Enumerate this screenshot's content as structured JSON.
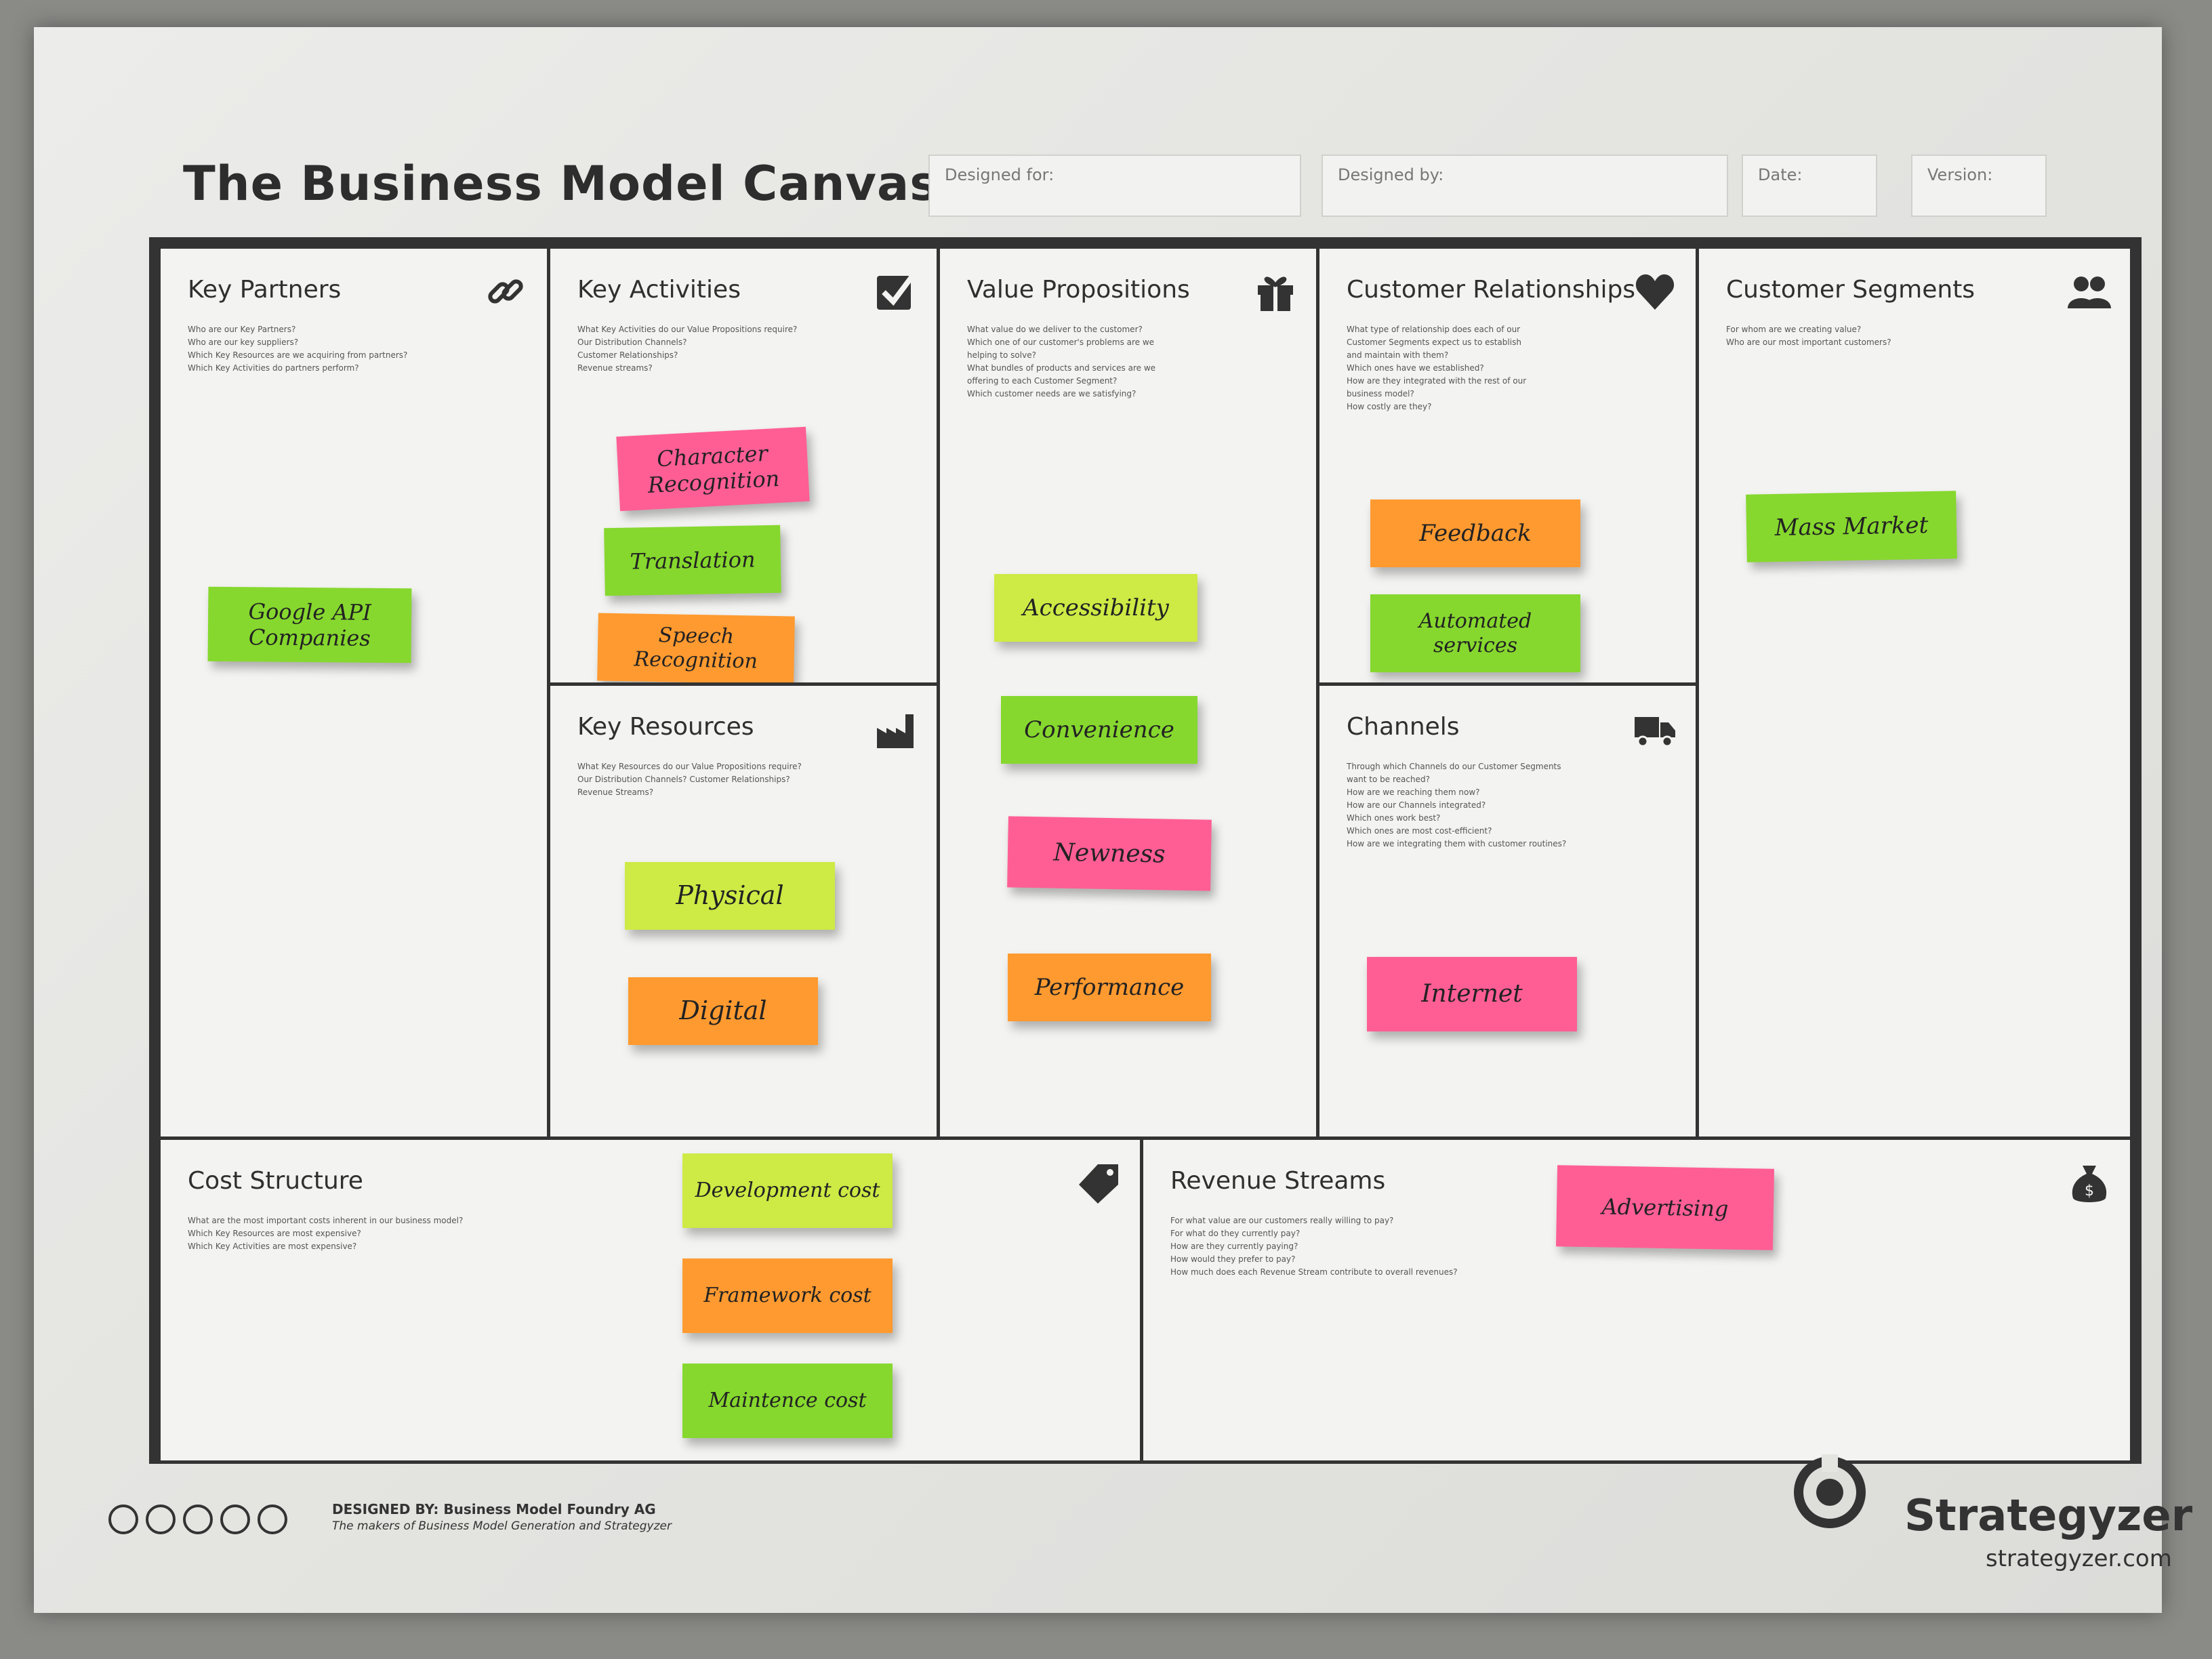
{
  "title": "The Business Model Canvas",
  "header_fields": {
    "designed_for": "Designed for:",
    "designed_by": "Designed by:",
    "date": "Date:",
    "version": "Version:"
  },
  "blocks": {
    "key_partners": {
      "heading": "Key Partners",
      "icon": "link-icon",
      "questions": [
        "Who are our Key Partners?",
        "Who are our key suppliers?",
        "Which Key Resources are we acquiring from partners?",
        "Which Key Activities do partners perform?"
      ],
      "notes": [
        "Google API Companies"
      ]
    },
    "key_activities": {
      "heading": "Key Activities",
      "icon": "checkbox-icon",
      "questions": [
        "What Key Activities do our Value Propositions require?",
        "Our Distribution Channels?",
        "Customer Relationships?",
        "Revenue streams?"
      ],
      "notes": [
        "Character Recognition",
        "Translation",
        "Speech Recognition"
      ]
    },
    "key_resources": {
      "heading": "Key Resources",
      "icon": "factory-icon",
      "questions": [
        "What Key Resources do our Value Propositions require?",
        "Our Distribution Channels? Customer Relationships?",
        "Revenue Streams?"
      ],
      "notes": [
        "Physical",
        "Digital"
      ]
    },
    "value_propositions": {
      "heading": "Value Propositions",
      "icon": "gift-icon",
      "questions": [
        "What value do we deliver to the customer?",
        "Which one of our customer's problems are we",
        "helping to solve?",
        "What bundles of products and services are we",
        "offering to each Customer Segment?",
        "Which customer needs are we satisfying?"
      ],
      "notes": [
        "Accessibility",
        "Convenience",
        "Newness",
        "Performance"
      ]
    },
    "customer_relationships": {
      "heading": "Customer Relationships",
      "icon": "heart-icon",
      "questions": [
        "What type of relationship does each of our",
        "Customer Segments expect us to establish",
        "and maintain with them?",
        "Which ones have we established?",
        "How are they integrated with the rest of our",
        "business model?",
        "How costly are they?"
      ],
      "notes": [
        "Feedback",
        "Automated services"
      ]
    },
    "channels": {
      "heading": "Channels",
      "icon": "truck-icon",
      "questions": [
        "Through which Channels do our Customer Segments",
        "want to be reached?",
        "How are we reaching them now?",
        "How are our Channels integrated?",
        "Which ones work best?",
        "Which ones are most cost-efficient?",
        "How are we integrating them with customer routines?"
      ],
      "notes": [
        "Internet"
      ]
    },
    "customer_segments": {
      "heading": "Customer Segments",
      "icon": "people-icon",
      "questions": [
        "For whom are we creating value?",
        "Who are our most important customers?"
      ],
      "notes": [
        "Mass Market"
      ]
    },
    "cost_structure": {
      "heading": "Cost Structure",
      "icon": "tag-icon",
      "questions": [
        "What are the most important costs inherent in our business model?",
        "Which Key Resources are most expensive?",
        "Which Key Activities are most expensive?"
      ],
      "notes": [
        "Development cost",
        "Framework cost",
        "Maintence cost"
      ]
    },
    "revenue_streams": {
      "heading": "Revenue Streams",
      "icon": "money-bag-icon",
      "questions": [
        "For what value are our customers really willing to pay?",
        "For what do they currently pay?",
        "How are they currently paying?",
        "How would they prefer to pay?",
        "How much does each Revenue Stream contribute to overall revenues?"
      ],
      "notes": [
        "Advertising"
      ]
    }
  },
  "footer": {
    "designed_by": "DESIGNED BY: Business Model Foundry AG",
    "makers": "The makers of Business Model Generation and Strategyzer",
    "brand": "Strategyzer",
    "url": "strategyzer.com"
  }
}
